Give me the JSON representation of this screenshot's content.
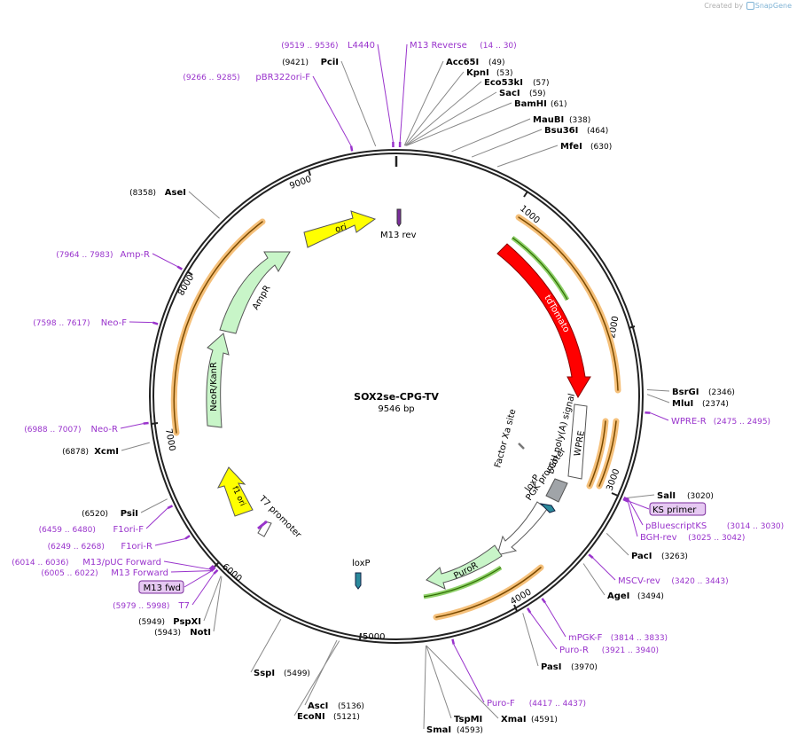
{
  "credit": {
    "prefix": "Created by",
    "brand": "SnapGene"
  },
  "plasmid": {
    "name": "SOX2se-CPG-TV",
    "length": 9546,
    "length_label": "9546 bp"
  },
  "tick_labels": [
    "1000",
    "2000",
    "3000",
    "4000",
    "5000",
    "6000",
    "7000",
    "8000",
    "9000"
  ],
  "colors": {
    "primer": "#9933cc",
    "site": "#000000",
    "leader": "#888888",
    "yellow": "#ffff00",
    "green": "#c8f5c8",
    "red": "#ff0000",
    "orange": "#f5b041"
  },
  "sites": [
    {
      "name": "Acc65I",
      "pos": "(49)",
      "bp": 49
    },
    {
      "name": "KpnI",
      "pos": "(53)",
      "bp": 53
    },
    {
      "name": "Eco53kI",
      "pos": "(57)",
      "bp": 57
    },
    {
      "name": "SacI",
      "pos": "(59)",
      "bp": 59
    },
    {
      "name": "BamHI",
      "pos": "(61)",
      "bp": 61
    },
    {
      "name": "MauBI",
      "pos": "(338)",
      "bp": 338
    },
    {
      "name": "Bsu36I",
      "pos": "(464)",
      "bp": 464
    },
    {
      "name": "MfeI",
      "pos": "(630)",
      "bp": 630
    },
    {
      "name": "BsrGI",
      "pos": "(2346)",
      "bp": 2346
    },
    {
      "name": "MluI",
      "pos": "(2374)",
      "bp": 2374
    },
    {
      "name": "SalI",
      "pos": "(3020)",
      "bp": 3020
    },
    {
      "name": "PacI",
      "pos": "(3263)",
      "bp": 3263
    },
    {
      "name": "AgeI",
      "pos": "(3494)",
      "bp": 3494
    },
    {
      "name": "PasI",
      "pos": "(3970)",
      "bp": 3970
    },
    {
      "name": "XmaI",
      "pos": "(4591)",
      "bp": 4591
    },
    {
      "name": "TspMI",
      "pos": "",
      "bp": 4591
    },
    {
      "name": "SmaI",
      "pos": "(4593)",
      "bp": 4593
    },
    {
      "name": "EcoNI",
      "pos": "(5121)",
      "bp": 5121
    },
    {
      "name": "AscI",
      "pos": "(5136)",
      "bp": 5136
    },
    {
      "name": "SspI",
      "pos": "(5499)",
      "bp": 5499
    },
    {
      "name": "NotI",
      "pos": "(5943)",
      "bp": 5943
    },
    {
      "name": "PspXI",
      "pos": "(5949)",
      "bp": 5949
    },
    {
      "name": "PsiI",
      "pos": "(6520)",
      "bp": 6520
    },
    {
      "name": "XcmI",
      "pos": "(6878)",
      "bp": 6878
    },
    {
      "name": "AseI",
      "pos": "(8358)",
      "bp": 8358
    },
    {
      "name": "PciI",
      "pos": "(9421)",
      "bp": 9421
    }
  ],
  "primers": [
    {
      "name": "M13 Reverse",
      "range": "(14 .. 30)",
      "bp": 22
    },
    {
      "name": "L4440",
      "range": "(9519 .. 9536)",
      "bp": 9527
    },
    {
      "name": "pBR322ori-F",
      "range": "(9266 .. 9285)",
      "bp": 9275
    },
    {
      "name": "WPRE-R",
      "range": "(2475 .. 2495)",
      "bp": 2485
    },
    {
      "name": "KS primer",
      "range": "",
      "bp": 3030
    },
    {
      "name": "pBluescriptKS",
      "range": "(3014 .. 3030)",
      "bp": 3022
    },
    {
      "name": "BGH-rev",
      "range": "(3025 .. 3042)",
      "bp": 3033
    },
    {
      "name": "MSCV-rev",
      "range": "(3420 .. 3443)",
      "bp": 3431
    },
    {
      "name": "mPGK-F",
      "range": "(3814 .. 3833)",
      "bp": 3823
    },
    {
      "name": "Puro-R",
      "range": "(3921 .. 3940)",
      "bp": 3930
    },
    {
      "name": "Puro-F",
      "range": "(4417 .. 4437)",
      "bp": 4427
    },
    {
      "name": "T7",
      "range": "(5979 .. 5998)",
      "bp": 5988
    },
    {
      "name": "M13 fwd",
      "range": "",
      "bp": 6010
    },
    {
      "name": "M13 Forward",
      "range": "(6005 .. 6022)",
      "bp": 6013
    },
    {
      "name": "M13/pUC Forward",
      "range": "(6014 .. 6036)",
      "bp": 6025
    },
    {
      "name": "F1ori-R",
      "range": "(6249 .. 6268)",
      "bp": 6258
    },
    {
      "name": "F1ori-F",
      "range": "(6459 .. 6480)",
      "bp": 6469
    },
    {
      "name": "Neo-R",
      "range": "(6988 .. 7007)",
      "bp": 6997
    },
    {
      "name": "Neo-F",
      "range": "(7598 .. 7617)",
      "bp": 7607
    },
    {
      "name": "Amp-R",
      "range": "(7964 .. 7983)",
      "bp": 7973
    }
  ],
  "features": [
    {
      "name": "ori",
      "type": "yellow"
    },
    {
      "name": "AmpR",
      "type": "green"
    },
    {
      "name": "NeoR/KanR",
      "type": "green"
    },
    {
      "name": "f1 ori",
      "type": "yellow"
    },
    {
      "name": "tdTomato",
      "type": "red"
    },
    {
      "name": "WPRE",
      "type": "white"
    },
    {
      "name": "bGH poly(A) signal",
      "type": "gray"
    },
    {
      "name": "PGK promoter",
      "type": "white"
    },
    {
      "name": "PuroR",
      "type": "green"
    },
    {
      "name": "loxP",
      "type": "teal"
    },
    {
      "name": "loxP",
      "type": "teal"
    },
    {
      "name": "Factor Xa site",
      "type": "gray"
    },
    {
      "name": "T7 promoter",
      "type": "white"
    },
    {
      "name": "M13 rev",
      "type": "purple"
    }
  ]
}
